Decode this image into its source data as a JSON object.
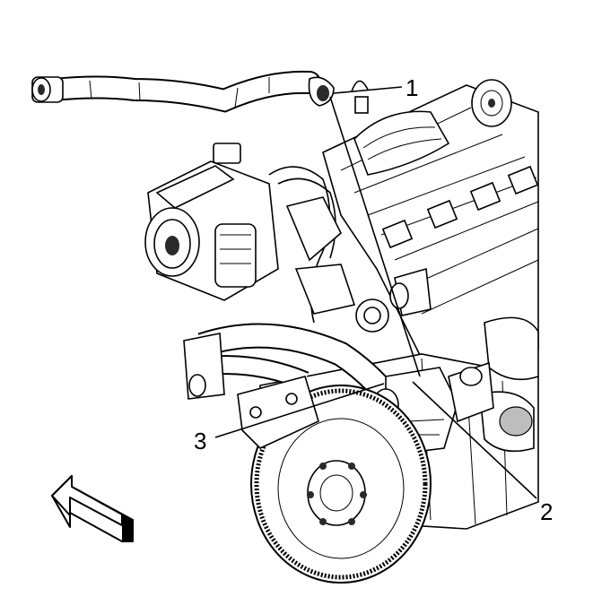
{
  "callouts": [
    {
      "id": "1",
      "label": "1"
    },
    {
      "id": "2",
      "label": "2"
    },
    {
      "id": "3",
      "label": "3"
    }
  ],
  "direction_arrow": {
    "icon": "front-direction-arrow-icon"
  }
}
